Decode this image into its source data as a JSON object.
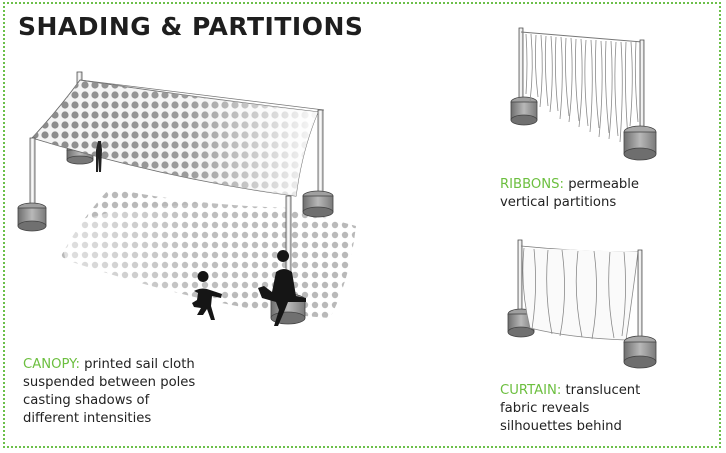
{
  "title": "SHADING & PARTITIONS",
  "canopy": {
    "keyword": "CANOPY:",
    "lines": [
      "printed sail cloth",
      "suspended between poles",
      "casting shadows of",
      "different intensities"
    ]
  },
  "ribbons": {
    "keyword": "RIBBONS:",
    "lines": [
      "permeable",
      "vertical partitions"
    ]
  },
  "curtain": {
    "keyword": "CURTAIN:",
    "lines": [
      "translucent",
      "fabric reveals",
      "silhouettes behind"
    ]
  },
  "colors": {
    "border": "#6cc04a",
    "keyword": "#6cbf3f",
    "title": "#1e1e1e"
  }
}
